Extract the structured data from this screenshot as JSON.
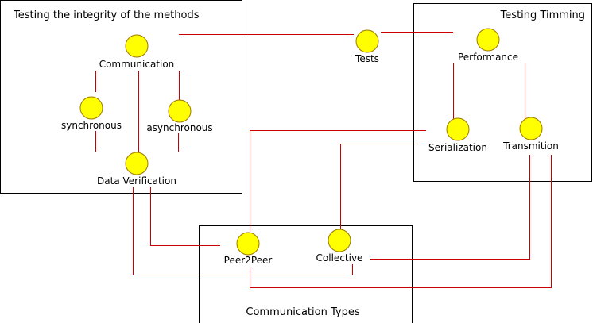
{
  "diagram": {
    "boxes": {
      "integrity": {
        "title": "Testing the integrity of the methods"
      },
      "timing": {
        "title": "Testing Timming"
      },
      "comm_types": {
        "title": "Communication Types"
      }
    },
    "nodes": {
      "communication": {
        "label": "Communication"
      },
      "synchronous": {
        "label": "synchronous"
      },
      "asynchronous": {
        "label": "asynchronous"
      },
      "data_verification": {
        "label": "Data Verification"
      },
      "tests": {
        "label": "Tests"
      },
      "performance": {
        "label": "Performance"
      },
      "serialization": {
        "label": "Serialization"
      },
      "transmition": {
        "label": "Transmition"
      },
      "peer2peer": {
        "label": "Peer2Peer"
      },
      "collective": {
        "label": "Collective"
      }
    },
    "colors": {
      "node_fill": "#ffff00",
      "node_stroke": "#a07800",
      "connector": "#cc0000",
      "box_border": "#000000"
    }
  }
}
